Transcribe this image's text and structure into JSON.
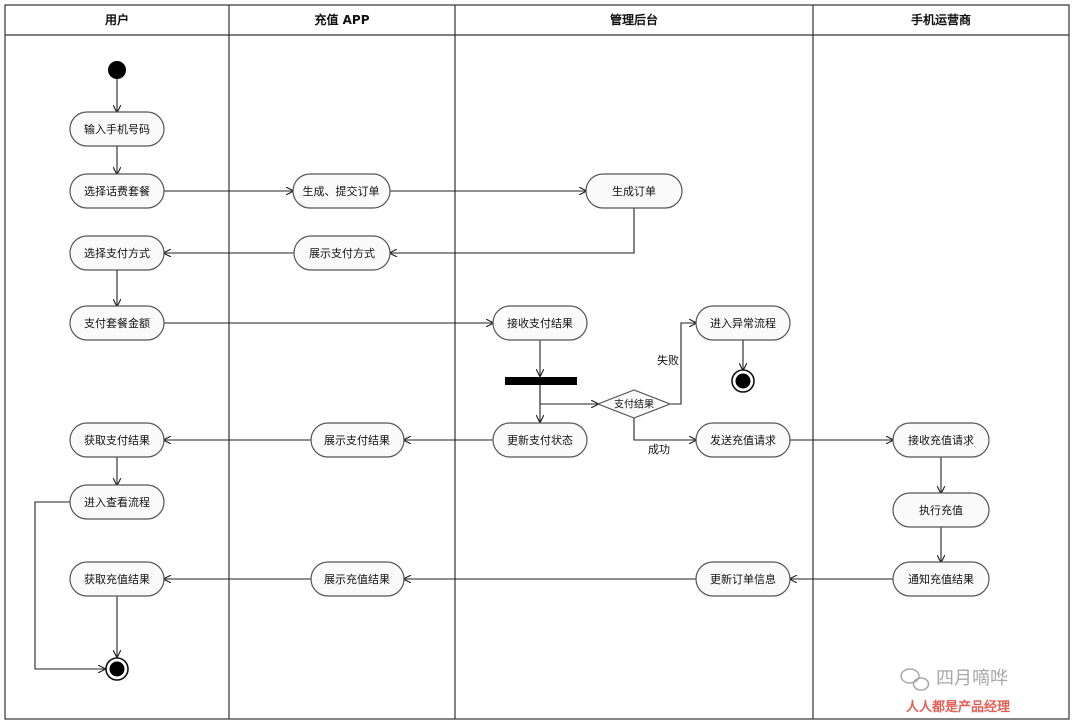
{
  "lanes": [
    "用户",
    "充值 APP",
    "管理后台",
    "手机运营商"
  ],
  "nodes": {
    "input_phone": "输入手机号码",
    "select_plan": "选择话费套餐",
    "select_payment": "选择支付方式",
    "pay_amount": "支付套餐金额",
    "get_pay_result": "获取支付结果",
    "view_flow": "进入查看流程",
    "get_recharge_result": "获取充值结果",
    "gen_submit_order": "生成、提交订单",
    "show_payment": "展示支付方式",
    "show_pay_result": "展示支付结果",
    "show_recharge_result": "展示充值结果",
    "gen_order": "生成订单",
    "receive_pay_result": "接收支付结果",
    "update_pay_status": "更新支付状态",
    "exception_flow": "进入异常流程",
    "send_recharge_request": "发送充值请求",
    "update_order_info": "更新订单信息",
    "receive_recharge_request": "接收充值请求",
    "execute_recharge": "执行充值",
    "notify_recharge_result": "通知充值结果"
  },
  "decision": "支付结果",
  "edge_labels": {
    "fail": "失败",
    "success": "成功"
  },
  "watermark": {
    "top": "四月嘀哗",
    "bottom": "人人都是产品经理"
  },
  "colors": {
    "line": "#222222",
    "node_fill": "#fafafa",
    "node_stroke": "#555555",
    "accent_red": "#e0443a",
    "accent_blue": "#2a6fdb"
  }
}
